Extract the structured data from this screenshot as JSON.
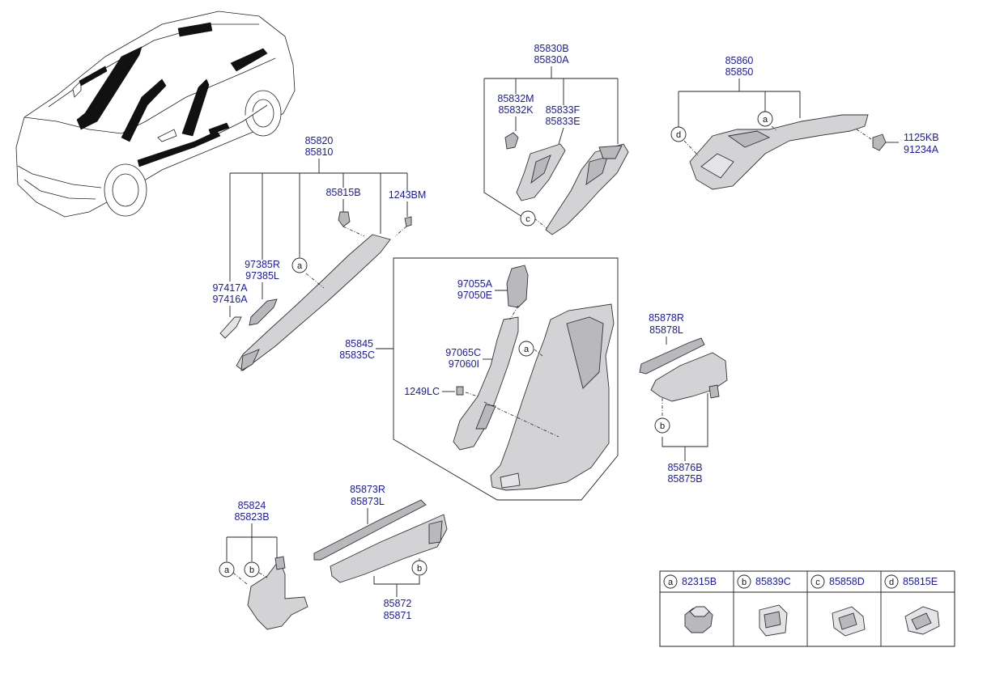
{
  "labels": {
    "l85830B": "85830B",
    "l85830A": "85830A",
    "l85832M": "85832M",
    "l85832K": "85832K",
    "l85833F": "85833F",
    "l85833E": "85833E",
    "l85860": "85860",
    "l85850": "85850",
    "l1125KB": "1125KB",
    "l91234A": "91234A",
    "l85820": "85820",
    "l85810": "85810",
    "l85815B": "85815B",
    "l1243BM": "1243BM",
    "l97385R": "97385R",
    "l97385L": "97385L",
    "l97417A": "97417A",
    "l97416A": "97416A",
    "l97055A": "97055A",
    "l97050E": "97050E",
    "l97065C": "97065C",
    "l97060I": "97060I",
    "l1249LC": "1249LC",
    "l85845": "85845",
    "l85835C": "85835C",
    "l85878R": "85878R",
    "l85878L": "85878L",
    "l85876B": "85876B",
    "l85875B": "85875B",
    "l85873R": "85873R",
    "l85873L": "85873L",
    "l85824": "85824",
    "l85823B": "85823B",
    "l85872": "85872",
    "l85871": "85871"
  },
  "callouts": {
    "a": "a",
    "b": "b",
    "c": "c",
    "d": "d"
  },
  "legend": [
    {
      "key": "a",
      "part": "82315B"
    },
    {
      "key": "b",
      "part": "85839C"
    },
    {
      "key": "c",
      "part": "85858D"
    },
    {
      "key": "d",
      "part": "85815E"
    }
  ]
}
